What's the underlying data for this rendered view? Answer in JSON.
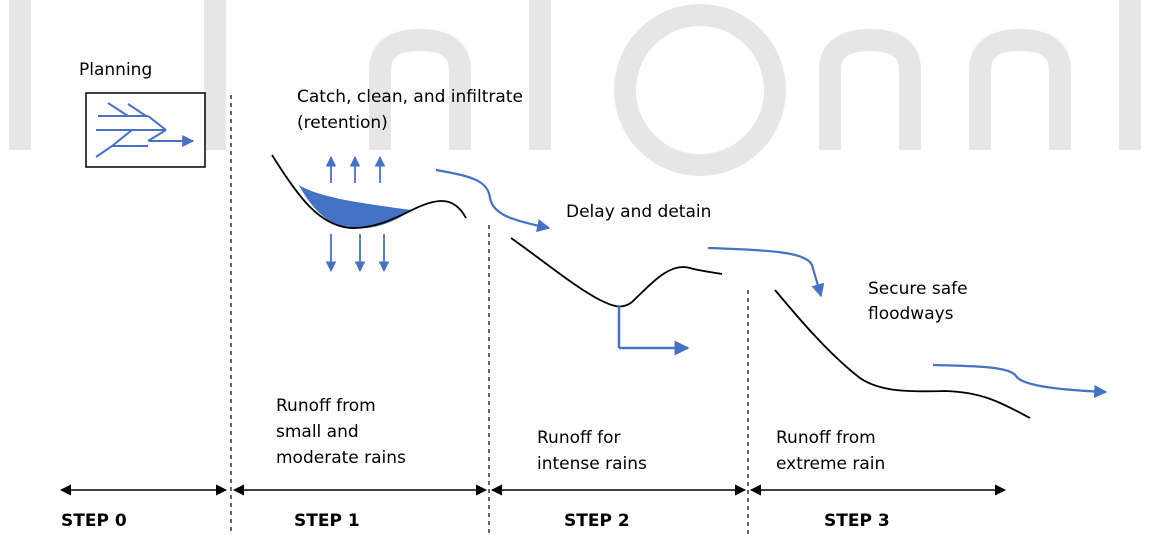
{
  "colors": {
    "accent_blue": "#4472c4",
    "basin_fill": "#4472c4",
    "line_black": "#000000",
    "watermark": "#e6e6e6"
  },
  "labels": {
    "planning": "Planning",
    "catch": "Catch, clean, and infiltrate\n(retention)",
    "delay": "Delay and detain",
    "secure": "Secure safe\nfloodways",
    "runoff1": "Runoff from\nsmall and\nmoderate rains",
    "runoff2": "Runoff for\nintense rains",
    "runoff3": "Runoff from\nextreme rain"
  },
  "steps": [
    "STEP 0",
    "STEP 1",
    "STEP 2",
    "STEP 3"
  ]
}
